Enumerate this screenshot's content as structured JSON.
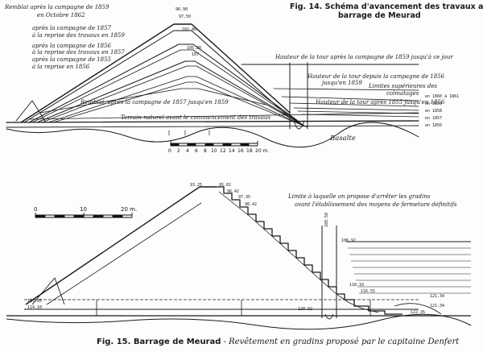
{
  "fig14": {
    "title": "Fig. 14. Schéma d'avancement des travaux au",
    "title2": "barrage de Meurad",
    "legend": [
      "Remblai après la campagne de 1859",
      "en Octobre 1862",
      "après la campagne de 1857",
      "à la reprise des travaux en 1859",
      "après la campagne de 1856",
      "à la reprise des travaux en 1857",
      "après la campagne de 1855",
      "à la reprise en 1856"
    ],
    "elevations": [
      "96.90",
      "97.50",
      "102.40",
      "105.80",
      "107"
    ],
    "notes": [
      "Hauteur de la tour après la campagne de 1859 jusqu'à ce jour",
      "Hauteur de la tour depuis la campagne de 1856",
      "jusqu'en 1859",
      "Limites supérieures des",
      "colmatages",
      "Hauteur de la tour après 1855 jusqu'en 1856",
      "Remblai, après la campagne de 1857 jusqu'en 1859",
      "Terrain naturel avant le commencement des travaux",
      "Basalte"
    ],
    "colmatages": [
      "en 1860 à 1861",
      "en 1859",
      "en 1858",
      "en 1857",
      "en 1856"
    ],
    "scale": [
      "0",
      "2",
      "4",
      "6",
      "8",
      "10",
      "12",
      "14",
      "16",
      "18",
      "20 m."
    ]
  },
  "fig15": {
    "elevations_top": [
      "93.25",
      "95.02",
      "96.42",
      "97.35",
      "98.42"
    ],
    "note1": "Limite à laquelle on propose d'arrêter les gradins",
    "note2": "avant l'établissement des moyens de fermeture définitifs",
    "elevations_right": [
      "106.92",
      "108.50",
      "118.10",
      "116.55",
      "121.34",
      "121.34",
      "122.35"
    ],
    "elevations_left": [
      "117.85",
      "114.10",
      "120.32"
    ],
    "scale": [
      "0",
      "10",
      "20 m."
    ],
    "caption_bold": "Fig. 15. Barrage de Meurad",
    "caption_italic": " - Revêtement en gradins proposé par le capitaine Denfert"
  }
}
